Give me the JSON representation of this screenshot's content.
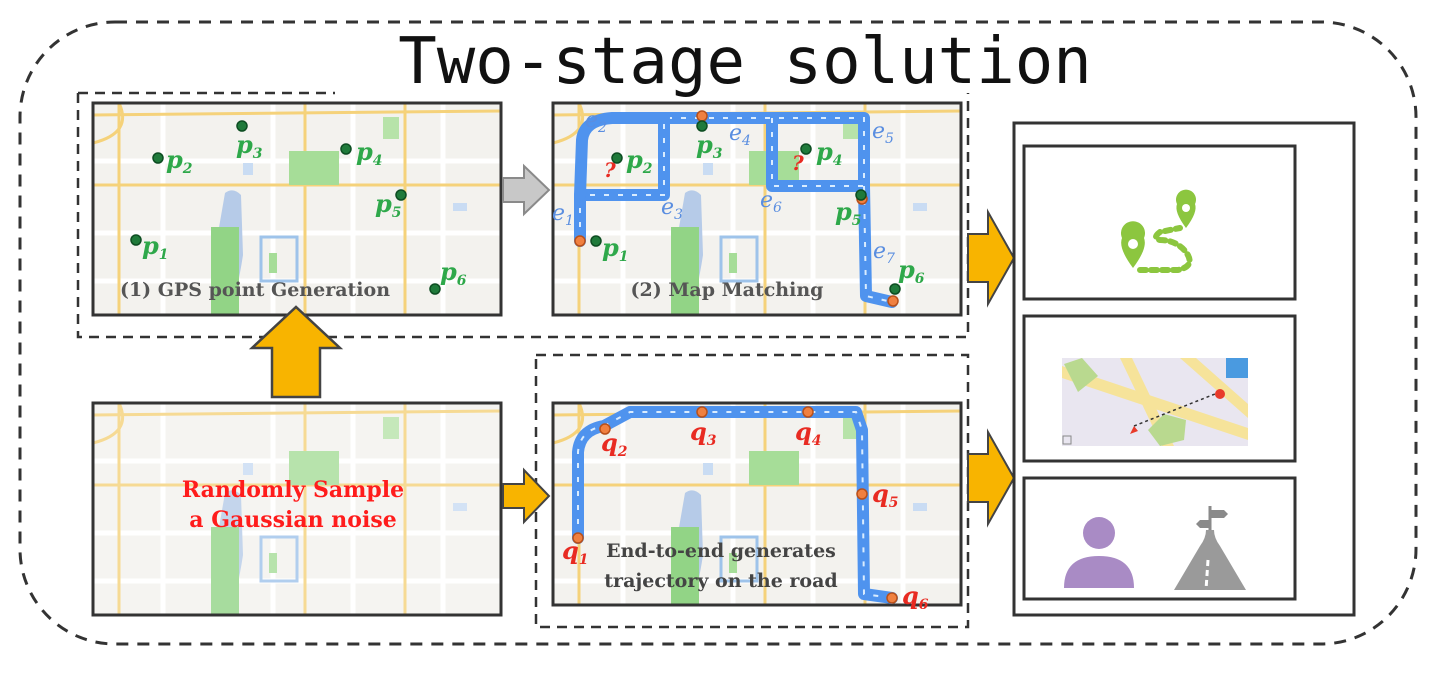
{
  "title": "Two-stage solution",
  "stage_one": {
    "gps_panel": {
      "caption": "(1) GPS point Generation",
      "points": [
        {
          "base": "p",
          "sub": "1"
        },
        {
          "base": "p",
          "sub": "2"
        },
        {
          "base": "p",
          "sub": "3"
        },
        {
          "base": "p",
          "sub": "4"
        },
        {
          "base": "p",
          "sub": "5"
        },
        {
          "base": "p",
          "sub": "6"
        }
      ]
    },
    "matching_panel": {
      "caption": "(2) Map Matching",
      "points": [
        {
          "base": "p",
          "sub": "1"
        },
        {
          "base": "p",
          "sub": "2"
        },
        {
          "base": "p",
          "sub": "3"
        },
        {
          "base": "p",
          "sub": "4"
        },
        {
          "base": "p",
          "sub": "5"
        },
        {
          "base": "p",
          "sub": "6"
        }
      ],
      "edges": [
        {
          "base": "e",
          "sub": "1"
        },
        {
          "base": "e",
          "sub": "2"
        },
        {
          "base": "e",
          "sub": "3"
        },
        {
          "base": "e",
          "sub": "4"
        },
        {
          "base": "e",
          "sub": "5"
        },
        {
          "base": "e",
          "sub": "6"
        },
        {
          "base": "e",
          "sub": "7"
        }
      ],
      "question_mark": "?"
    }
  },
  "noise_panel": {
    "line1": "Randomly Sample",
    "line2": "a Gaussian noise"
  },
  "end_to_end_panel": {
    "line1": "End-to-end generates",
    "line2": "trajectory on the road",
    "points": [
      {
        "base": "q",
        "sub": "1"
      },
      {
        "base": "q",
        "sub": "2"
      },
      {
        "base": "q",
        "sub": "3"
      },
      {
        "base": "q",
        "sub": "4"
      },
      {
        "base": "q",
        "sub": "5"
      },
      {
        "base": "q",
        "sub": "6"
      }
    ]
  },
  "colors": {
    "route_blue": "#4f93ee",
    "arrow_orange": "#f8b400",
    "arrow_gray": "#c8c8c8",
    "point_green": "#1f7a3a",
    "point_orange": "#f08040",
    "label_green": "#2ea84a",
    "label_red": "#e82b22",
    "pin_green": "#8cc63f",
    "person_purple": "#a98bc5",
    "road_gray": "#9a9a9a"
  },
  "icons": [
    "route-pins-icon",
    "map-thumbnail-icon",
    "person-icon",
    "road-signpost-icon"
  ]
}
